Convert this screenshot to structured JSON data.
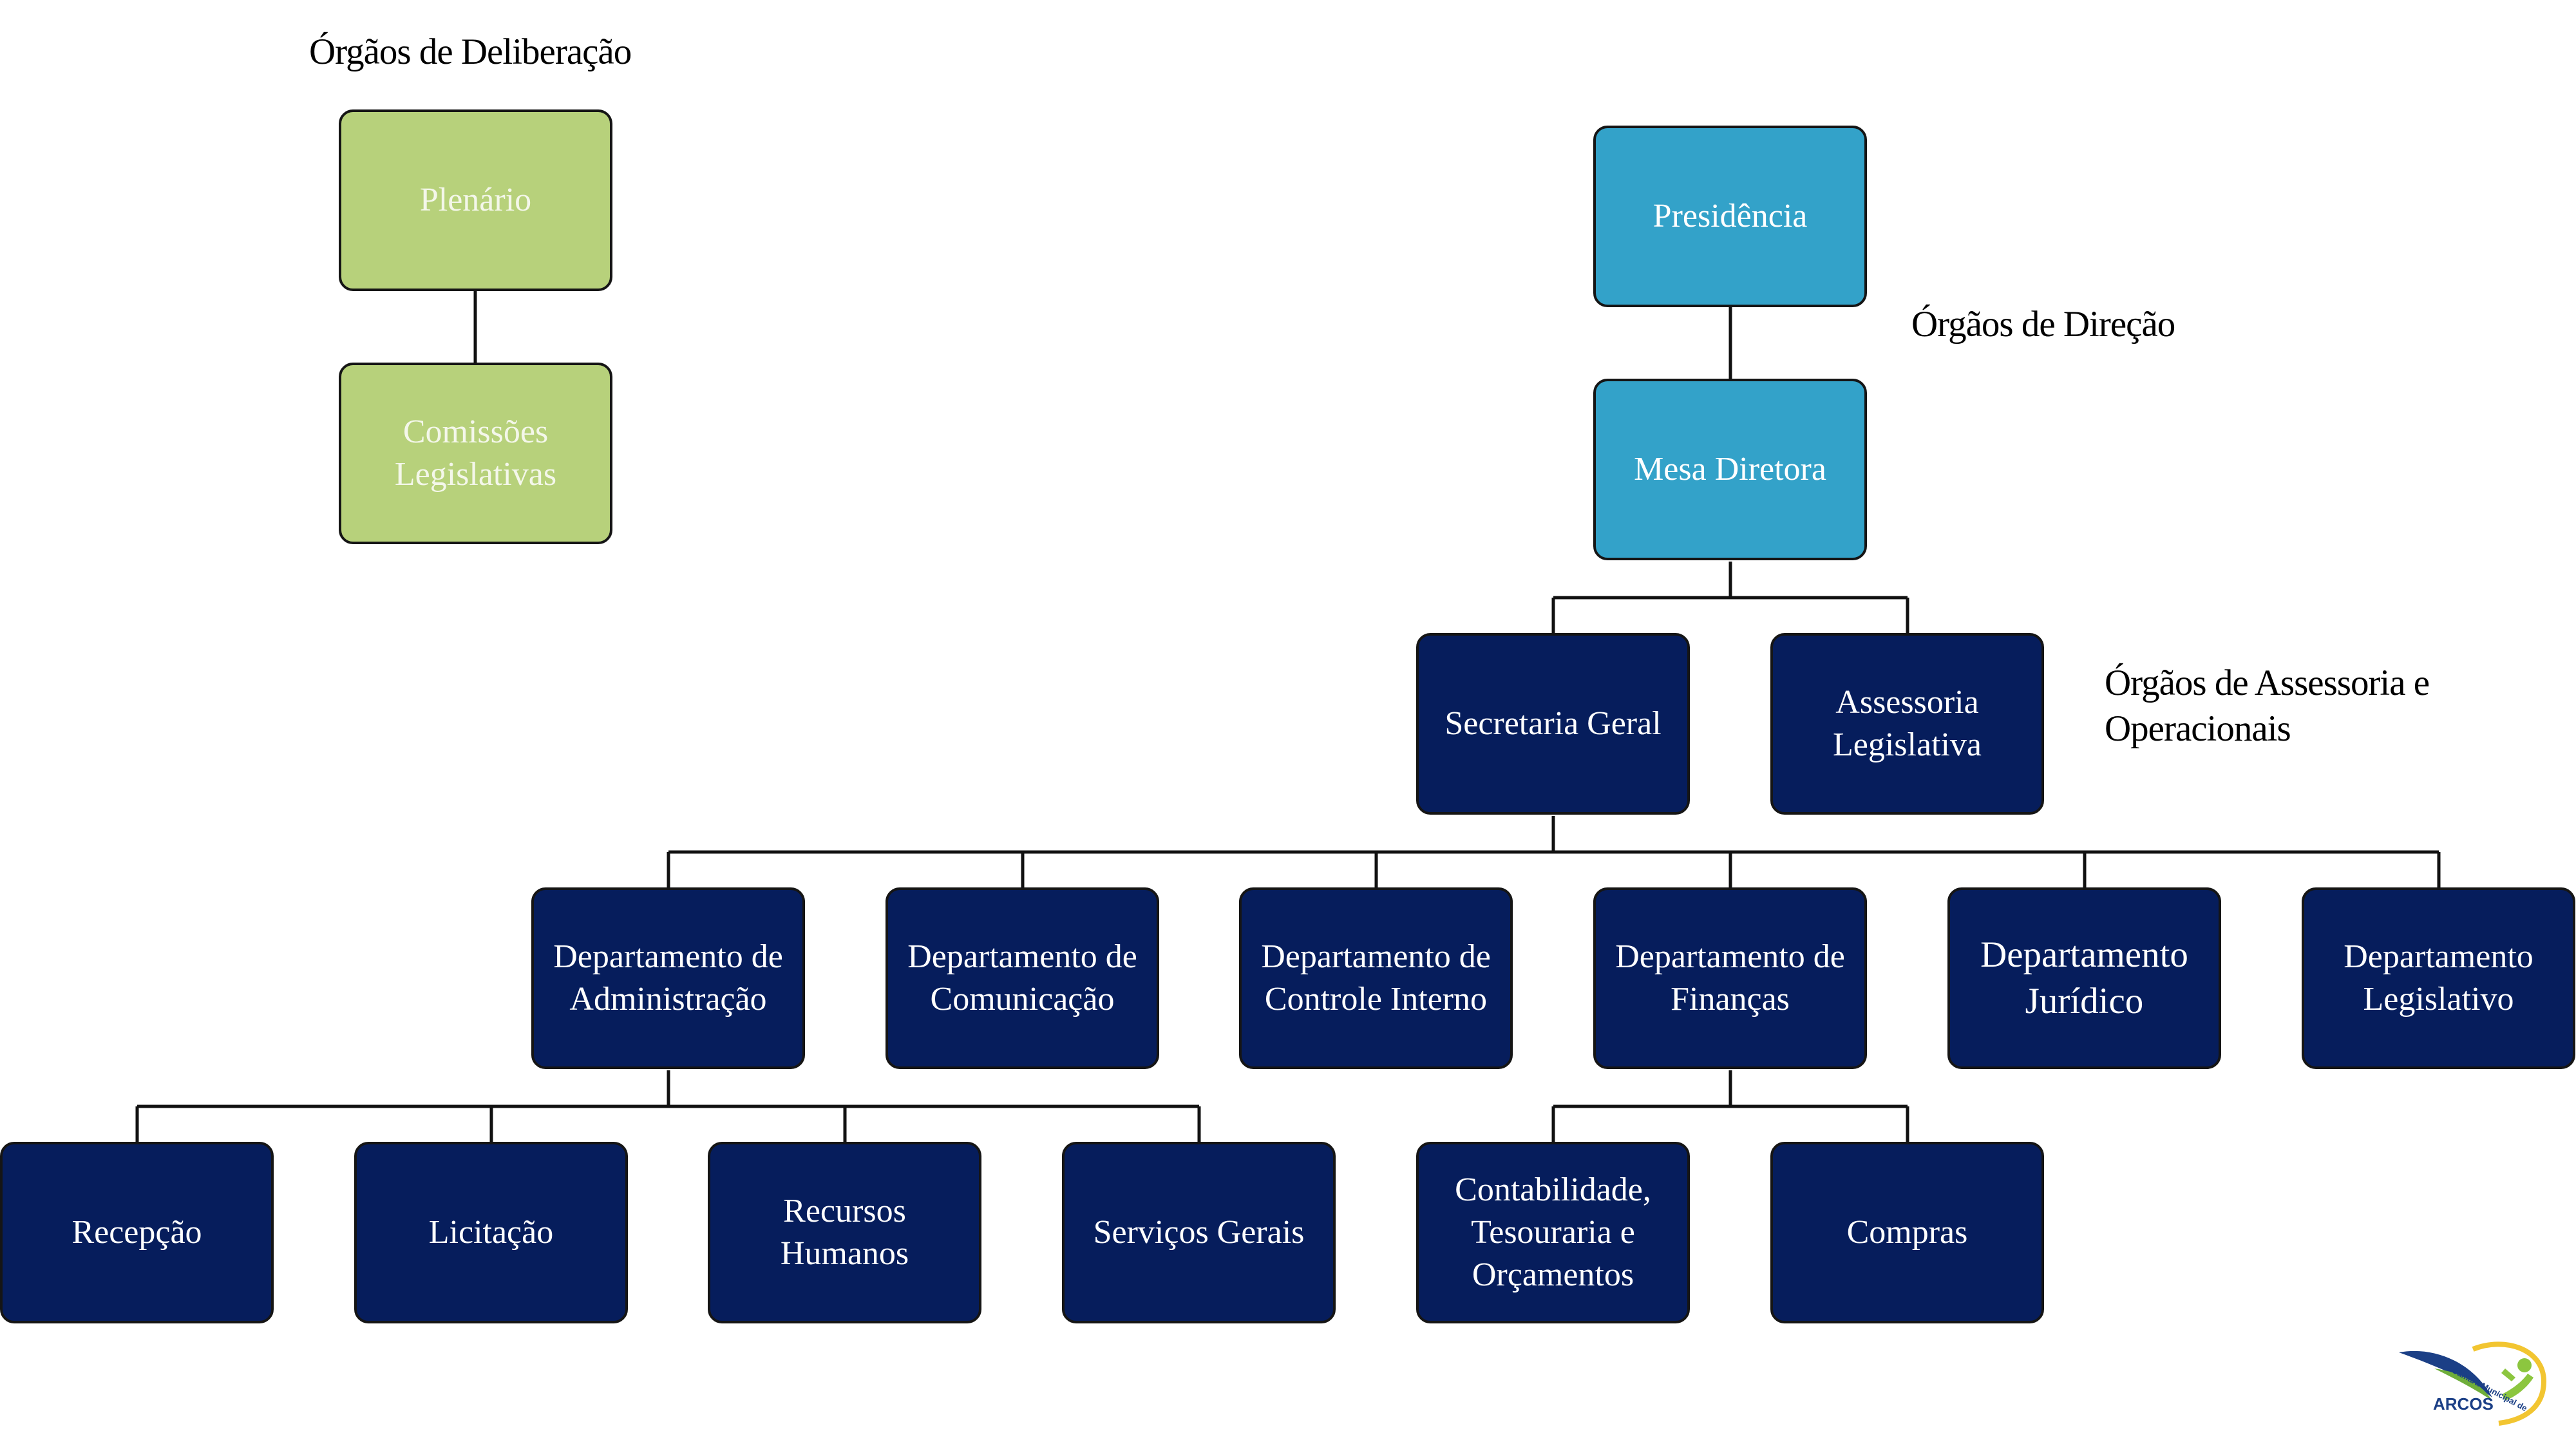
{
  "labels": {
    "deliberacao": "Órgãos de Deliberação",
    "direcao": "Órgãos de Direção",
    "assessoria": "Órgãos de Assessoria e Operacionais"
  },
  "nodes": {
    "plenario": "Plenário",
    "comissoes": "Comissões Legislativas",
    "presidencia": "Presidência",
    "mesa": "Mesa Diretora",
    "secretaria": "Secretaria Geral",
    "assessoria_leg": "Assessoria Legislativa",
    "dep_adm": "Departamento de Administração",
    "dep_com": "Departamento de Comunicação",
    "dep_controle": "Departamento de Controle Interno",
    "dep_fin": "Departamento de Finanças",
    "dep_jur": "Departamento Jurídico",
    "dep_leg": "Departamento Legislativo",
    "recepcao": "Recepção",
    "licitacao": "Licitação",
    "rh": "Recursos Humanos",
    "servicos": "Serviços Gerais",
    "contabilidade": "Contabilidade, Tesouraria e Orçamentos",
    "compras": "Compras"
  },
  "logo": {
    "arc_text": "Câmara Municipal de",
    "name": "ARCOS",
    "colors": {
      "blue": "#1b3f86",
      "green": "#8cc63f",
      "yellow": "#f2c531"
    }
  }
}
